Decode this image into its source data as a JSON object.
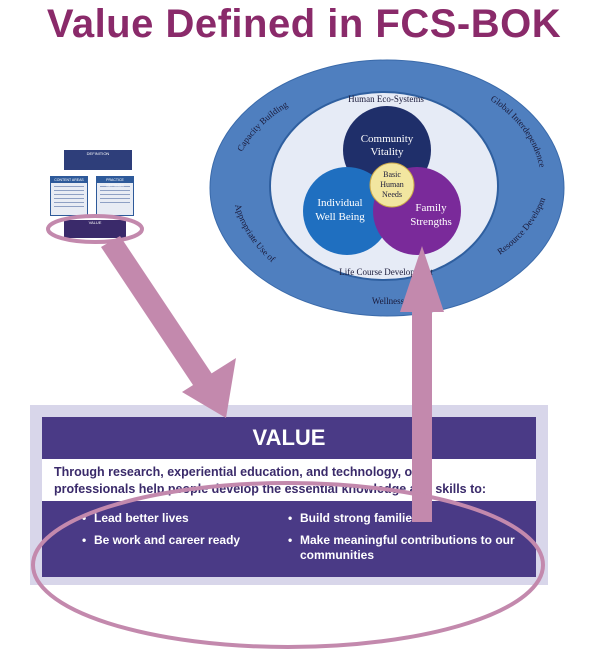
{
  "title": "Value Defined in FCS-BOK",
  "thumbnail": {
    "definition_label": "DEFINITION",
    "left_column_label": "CONTENT AREAS",
    "right_column_label": "PRACTICE SETTINGS",
    "value_label": "VALUE"
  },
  "ellipse": {
    "outer_labels": {
      "capacity": "Capacity Building",
      "global": "Global Interdependence",
      "technology": "Appropriate Use of Technology",
      "resource": "Resource Development & Sustainability",
      "wellness": "Wellness"
    },
    "inner_labels": {
      "top": "Human Eco-Systems",
      "bottom": "Life Course Development"
    },
    "circles": {
      "community": [
        "Community",
        "Vitality"
      ],
      "individual": [
        "Individual",
        "Well Being"
      ],
      "family": [
        "Family",
        "Strengths"
      ],
      "center": [
        "Basic",
        "Human",
        "Needs"
      ]
    }
  },
  "value": {
    "header": "VALUE",
    "description_line1": "Through research, experiential education, and technology, our",
    "description_line2": "professionals help people develop the essential knowledge and skills to:",
    "bullets_left": [
      "Lead better lives",
      "Be work and career ready"
    ],
    "bullets_right": [
      "Build strong families",
      "Make meaningful contributions to our communities"
    ]
  },
  "colors": {
    "title": "#8a2a6a",
    "outer_ring": "#4f7fbf",
    "community": "#1f2f6a",
    "individual": "#1f6fc0",
    "family": "#7a2a9a",
    "center": "#f2e6a0",
    "arrow": "#c389ad"
  }
}
